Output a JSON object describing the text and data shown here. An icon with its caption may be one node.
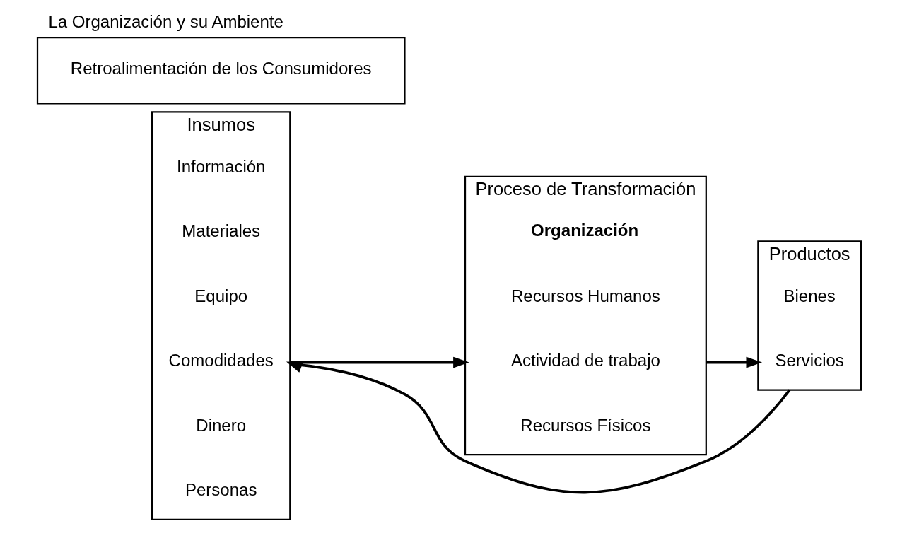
{
  "diagram": {
    "title": "La Organización y su Ambiente",
    "nodes": [
      {
        "text": [
          "Insumos"
        ]
      },
      {
        "text": [
          "Información"
        ],
        "in": 0
      },
      {
        "text": [
          "Materiales"
        ],
        "in": 0
      },
      {
        "text": [
          "Equipo"
        ],
        "in": 0
      },
      {
        "text": [
          "Comodidades"
        ],
        "in": 0
      },
      {
        "text": [
          "Dinero"
        ],
        "in": 0
      },
      {
        "text": [
          "Personas"
        ],
        "in": 0
      },
      {
        "text": [
          "Proceso de Transformación"
        ]
      },
      {
        "text": [
          "Organización"
        ],
        "in": 7
      },
      {
        "text": [
          "Recursos Humanos"
        ],
        "in": 7
      },
      {
        "text": [
          "Actividad de trabajo"
        ],
        "in": 7
      },
      {
        "text": [
          "Recursos Físicos"
        ],
        "in": 7
      },
      {
        "text": [
          "Productos"
        ]
      },
      {
        "text": [
          "Bienes"
        ],
        "in": 12
      },
      {
        "text": [
          "Servicios"
        ],
        "in": 12
      },
      {
        "text": [
          "Retroalimentación de los Consumidores"
        ]
      }
    ],
    "edges": [
      {
        "from": 0,
        "to": 7,
        "arrow": "to"
      },
      {
        "from": 7,
        "to": 12,
        "arrow": "to"
      },
      {
        "from": 12,
        "to": 0,
        "arrow": "to"
      }
    ]
  }
}
